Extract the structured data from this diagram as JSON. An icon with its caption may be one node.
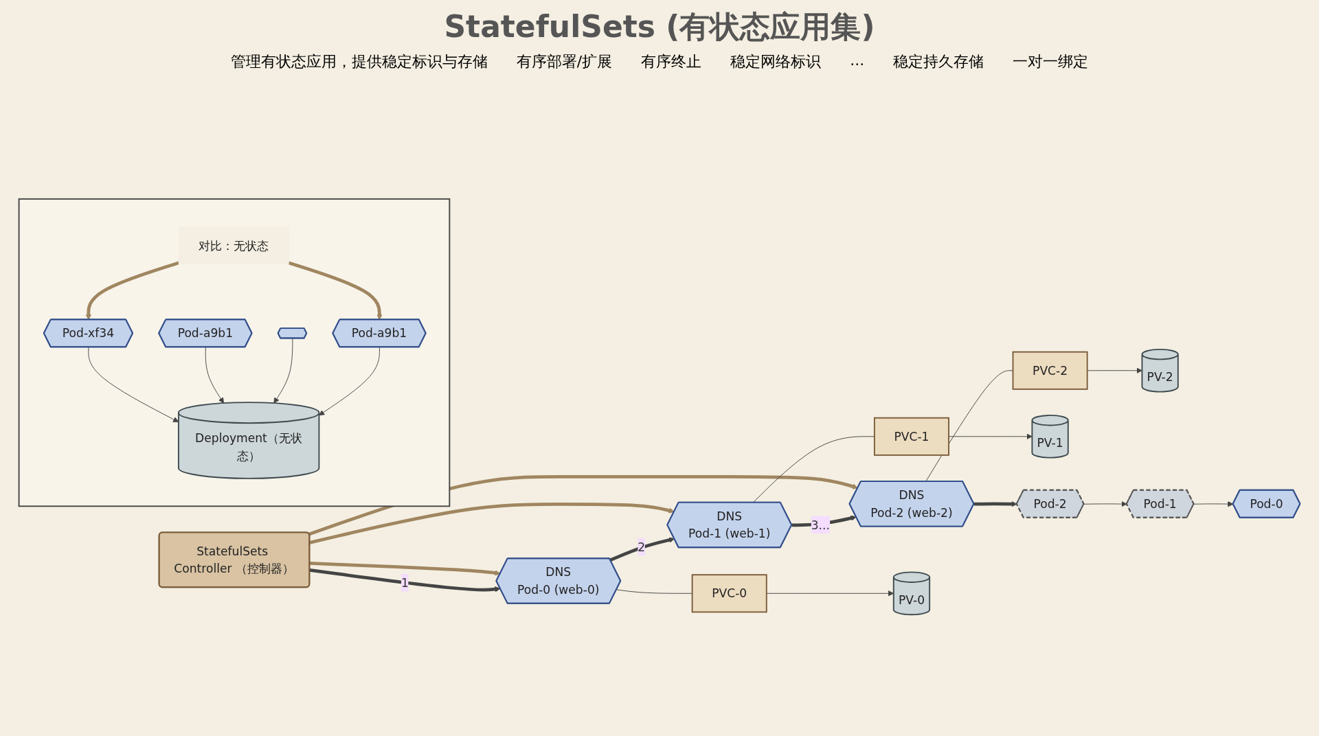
{
  "diagram": {
    "title": "StatefulSets (有状态应用集)",
    "nodes": [
      {
        "text": [
          "StatefulSets Controller （控制器）"
        ]
      },
      {
        "text": [
          "DNS",
          "Pod-0 (web-0)"
        ]
      },
      {
        "text": [
          "DNS",
          "Pod-1 (web-1)"
        ]
      },
      {
        "text": [
          "DNS",
          "Pod-2 (web-2)"
        ]
      },
      {
        "text": [
          "PVC-0"
        ]
      },
      {
        "text": [
          "PVC-1"
        ]
      },
      {
        "text": [
          "PVC-2"
        ]
      },
      {
        "text": [
          "PV-0"
        ]
      },
      {
        "text": [
          "PV-1"
        ]
      },
      {
        "text": [
          "PV-2"
        ]
      },
      {
        "text": [
          "Pod-2"
        ]
      },
      {
        "text": [
          "Pod-1"
        ]
      },
      {
        "text": [
          "Pod-0"
        ]
      },
      {
        "text": [],
        "shape": "box"
      },
      {
        "text": [
          "对比：无状态"
        ],
        "in": 13
      },
      {
        "text": [
          "Pod-xf34"
        ],
        "in": 13
      },
      {
        "text": [
          "Pod-a9b1"
        ],
        "in": 13
      },
      {
        "text": [],
        "shape": "hexagon",
        "in": 13
      },
      {
        "text": [
          "Pod-a9b1"
        ],
        "in": 13
      },
      {
        "text": [
          "Deployment（无状态）"
        ],
        "in": 13
      }
    ],
    "edges": [
      {
        "from": 0,
        "to": 1,
        "arrow": "to",
        "label": "1",
        "style": "thick"
      },
      {
        "from": 1,
        "to": 2,
        "arrow": "to",
        "label": "2",
        "style": "thick"
      },
      {
        "from": 2,
        "to": 3,
        "arrow": "to",
        "label": "3...",
        "style": "thick"
      },
      {
        "from": 3,
        "to": 10,
        "arrow": "to",
        "style": "thick"
      },
      {
        "from": 0,
        "to": 1,
        "arrow": "to",
        "style": "thick",
        "color": "#a08660"
      },
      {
        "from": 0,
        "to": 2,
        "arrow": "to",
        "style": "thick",
        "color": "#a08660"
      },
      {
        "from": 0,
        "to": 3,
        "arrow": "to",
        "style": "thick",
        "color": "#a08660"
      },
      {
        "from": 1,
        "to": 4,
        "arrow": "none"
      },
      {
        "from": 2,
        "to": 5,
        "arrow": "none"
      },
      {
        "from": 3,
        "to": 6,
        "arrow": "none"
      },
      {
        "from": 4,
        "to": 7,
        "arrow": "to"
      },
      {
        "from": 5,
        "to": 8,
        "arrow": "to"
      },
      {
        "from": 6,
        "to": 9,
        "arrow": "to"
      },
      {
        "from": 10,
        "to": 11,
        "arrow": "to"
      },
      {
        "from": 11,
        "to": 12,
        "arrow": "to"
      },
      {
        "from": 14,
        "to": 15,
        "arrow": "to",
        "style": "thick",
        "color": "#a08660"
      },
      {
        "from": 14,
        "to": 18,
        "arrow": "to",
        "style": "thick",
        "color": "#a08660"
      },
      {
        "from": 15,
        "to": 19,
        "arrow": "to"
      },
      {
        "from": 16,
        "to": 19,
        "arrow": "to"
      },
      {
        "from": 17,
        "to": 19,
        "arrow": "to"
      },
      {
        "from": 18,
        "to": 19,
        "arrow": "to"
      }
    ],
    "labels": [
      "管理有状态应用，提供稳定标识与存储",
      "有序部署/扩展",
      "有序终止",
      "稳定网络标识",
      "...",
      "稳定持久存储",
      "一对一绑定"
    ]
  }
}
